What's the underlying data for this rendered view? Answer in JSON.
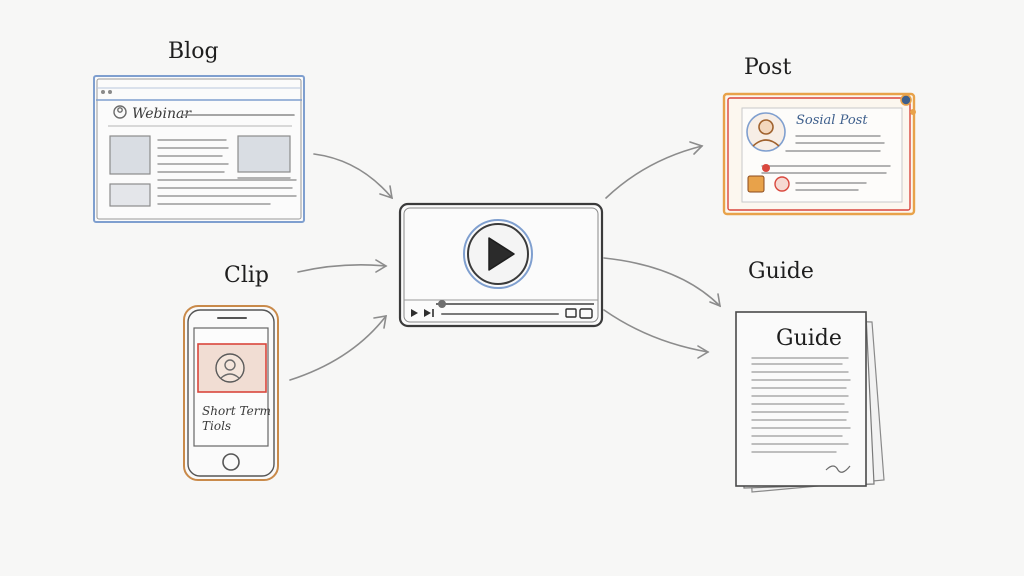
{
  "labels": {
    "blog": "Blog",
    "clip": "Clip",
    "post": "Post",
    "guide": "Guide"
  },
  "blog_card": {
    "title": "Webinar"
  },
  "phone_card": {
    "line1": "Short Term",
    "line2": "Tiols"
  },
  "post_card": {
    "title": "Sosial Post"
  },
  "guide_doc": {
    "title": "Guide"
  },
  "colors": {
    "post_border_orange": "#e8a24a",
    "post_border_red": "#d9473d",
    "blog_border_blue": "#7f9fcf",
    "phone_frame": "#c98a4a"
  },
  "icons": {
    "center": "play-icon",
    "video_controls": [
      "play-icon",
      "next-icon",
      "subtitles-icon",
      "fullscreen-icon"
    ]
  }
}
